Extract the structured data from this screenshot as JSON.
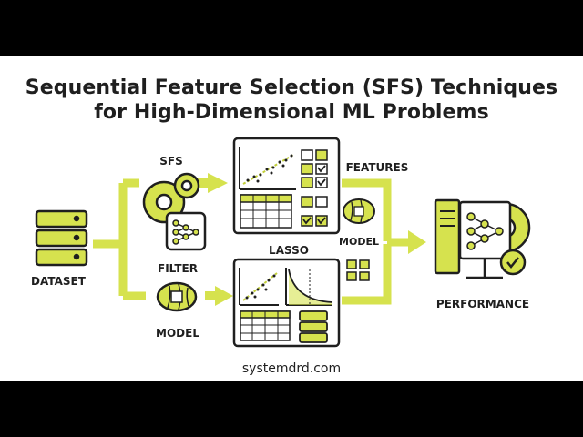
{
  "header": {
    "title_line1": "Sequential Feature Selection (SFS) Techniques",
    "title_line2": "for High-Dimensional ML Problems"
  },
  "labels": {
    "dataset": "DATASET",
    "sfs": "SFS",
    "filter": "FILTER",
    "model_left": "MODEL",
    "lasso": "LASSO",
    "features": "FEATURES",
    "model_right": "MODEL",
    "performance": "PERFORMANCE"
  },
  "footer": {
    "website": "systemdrd.com"
  },
  "colors": {
    "accent": "#d6e24e",
    "accent_dark": "#c3d03a",
    "ink": "#1f1f1f",
    "background": "#ffffff",
    "letterbox": "#000000"
  },
  "icons": [
    "database-icon",
    "gear-icon",
    "neural-network-icon",
    "brain-chip-icon",
    "scatter-plot-icon",
    "table-grid-icon",
    "checkbox-icon",
    "decay-curve-icon",
    "server-icon",
    "checkmark-badge-icon",
    "arrow-icon"
  ]
}
